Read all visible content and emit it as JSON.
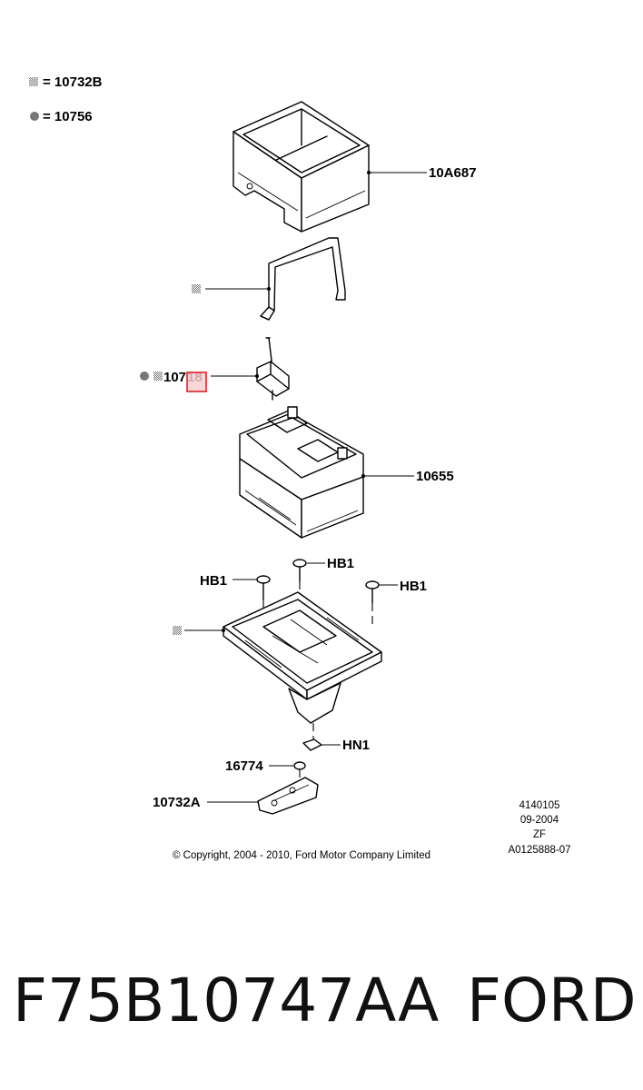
{
  "legend": [
    {
      "symbol": "grid-square-icon",
      "label": "= 10732B"
    },
    {
      "symbol": "filled-circle-icon",
      "label": "= 10756"
    }
  ],
  "callouts": {
    "cover": "10A687",
    "clamp_ref": "107",
    "clamp_ref_hidden": "18",
    "battery": "10655",
    "bolt_top": "HB1",
    "bolt_left": "HB1",
    "bolt_right": "HB1",
    "nut": "HN1",
    "screw": "16774",
    "bracket": "10732A"
  },
  "meta": {
    "line1": "4140105",
    "line2": "09-2004",
    "line3": "ZF",
    "line4": "A0125888-07",
    "copyright": "© Copyright, 2004 - 2010, Ford Motor Company Limited"
  },
  "highlight_color": "#e0202a",
  "caption": {
    "part_number": "F75B10747AA",
    "brand": "FORD"
  }
}
